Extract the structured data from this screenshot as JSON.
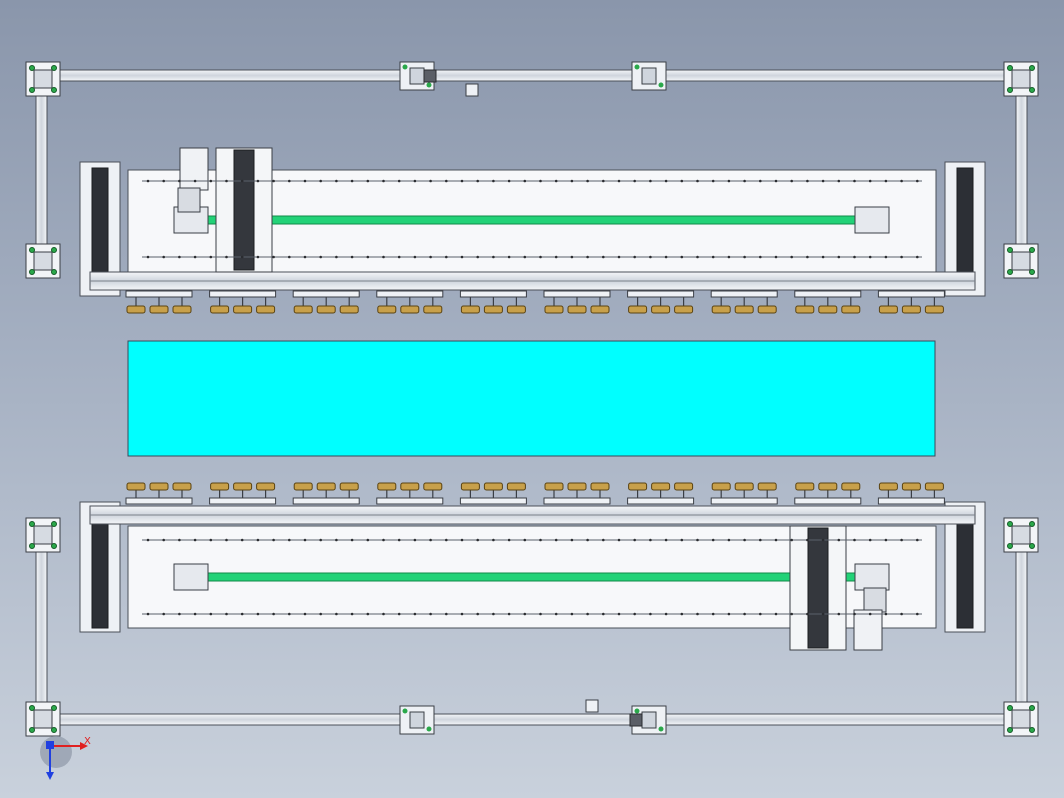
{
  "view": {
    "type": "cad-assembly-top-view",
    "colors": {
      "background_top": "#8a96ab",
      "background_bottom": "#c9d1dc",
      "frame": "#e4e8ee",
      "frame_edge": "#4a4f58",
      "belt": "#22d277",
      "glass_panel": "#00ffff",
      "suction_cup": "#c8a04a",
      "bolt_green": "#2aa84a"
    }
  },
  "axes": {
    "x_label": "X",
    "x_color": "#e02020",
    "y_color": "#2040e0"
  },
  "assembly": {
    "suction_groups_per_gantry": 10,
    "cups_per_group": 3,
    "frame_corners": 4,
    "edge_brackets_per_side": 2
  }
}
